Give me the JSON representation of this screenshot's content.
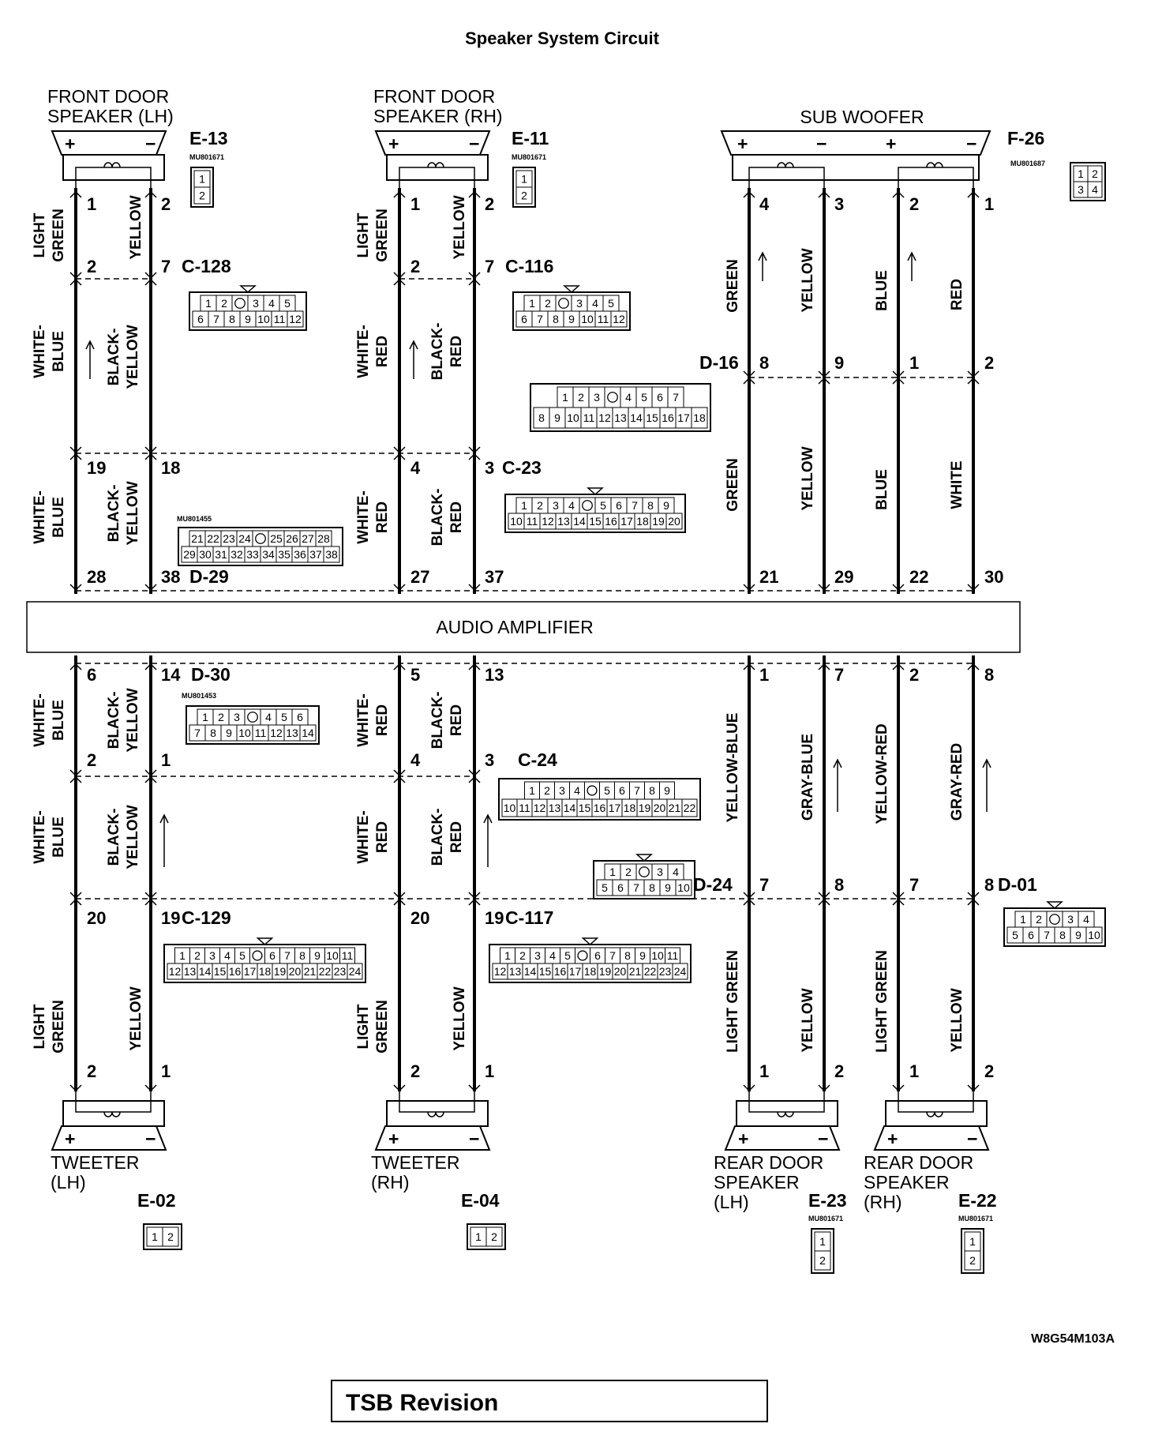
{
  "title": "Speaker System Circuit",
  "amplifier_label": "AUDIO AMPLIFIER",
  "figure_code": "W8G54M103A",
  "tsb_label": "TSB Revision",
  "speakers": {
    "front_lh": [
      "FRONT DOOR",
      "SPEAKER (LH)"
    ],
    "front_rh": [
      "FRONT DOOR",
      "SPEAKER (RH)"
    ],
    "sub_woofer": [
      "SUB WOOFER"
    ],
    "tweeter_lh": [
      "TWEETER",
      "(LH)"
    ],
    "tweeter_rh": [
      "TWEETER",
      "(RH)"
    ],
    "rear_lh": [
      "REAR DOOR",
      "SPEAKER",
      "(LH)"
    ],
    "rear_rh": [
      "REAR DOOR",
      "SPEAKER",
      "(RH)"
    ]
  },
  "polarity": {
    "plus": "+",
    "minus": "−"
  },
  "connectors": {
    "e13": "E-13",
    "e11": "E-11",
    "f26": "F-26",
    "c128": "C-128",
    "c116": "C-116",
    "d16": "D-16",
    "c23": "C-23",
    "d29": "D-29",
    "d30": "D-30",
    "c24": "C-24",
    "d24": "D-24",
    "d01": "D-01",
    "c129": "C-129",
    "c117": "C-117",
    "e02": "E-02",
    "e04": "E-04",
    "e23": "E-23",
    "e22": "E-22"
  },
  "part_numbers": {
    "e13": "MU801671",
    "e11": "MU801671",
    "f26": "MU801687",
    "d29": "MU801455",
    "d30": "MU801453",
    "e23": "MU801671",
    "e22": "MU801671"
  },
  "wire_colors": {
    "light_green": [
      "LIGHT",
      "GREEN"
    ],
    "light_green_single": "LIGHT GREEN",
    "yellow": "YELLOW",
    "white_blue": [
      "WHITE-",
      "BLUE"
    ],
    "black_yellow": [
      "BLACK-",
      "YELLOW"
    ],
    "white_red": [
      "WHITE-",
      "RED"
    ],
    "black_red": [
      "BLACK-",
      "RED"
    ],
    "green": "GREEN",
    "blue": "BLUE",
    "red": "RED",
    "white": "WHITE",
    "yellow_blue": "YELLOW-BLUE",
    "gray_blue": "GRAY-BLUE",
    "yellow_red": "YELLOW-RED",
    "gray_red": "GRAY-RED"
  },
  "pins": {
    "e13": [
      "1",
      "2"
    ],
    "c128": [
      "2",
      "7"
    ],
    "d29": [
      "19",
      "18"
    ],
    "d29_amp": [
      "28",
      "38"
    ],
    "e11": [
      "1",
      "2"
    ],
    "c116": [
      "2",
      "7"
    ],
    "c23": [
      "4",
      "3"
    ],
    "c23_amp": [
      "27",
      "37"
    ],
    "f26": [
      "4",
      "3",
      "2",
      "1"
    ],
    "d16": [
      "8",
      "9",
      "1",
      "2"
    ],
    "sub_amp": [
      "21",
      "29",
      "22",
      "30"
    ],
    "d30": [
      "6",
      "14"
    ],
    "c129_up": [
      "2",
      "1"
    ],
    "c129": [
      "20",
      "19"
    ],
    "e02": [
      "2",
      "1"
    ],
    "rh_amp": [
      "5",
      "13"
    ],
    "c24": [
      "4",
      "3"
    ],
    "c117": [
      "20",
      "19"
    ],
    "e04": [
      "2",
      "1"
    ],
    "rear_amp": [
      "1",
      "7",
      "2",
      "8"
    ],
    "d24": [
      "7",
      "8"
    ],
    "d01": [
      "7",
      "8"
    ],
    "e23": [
      "1",
      "2"
    ],
    "e22": [
      "1",
      "2"
    ]
  },
  "faces": {
    "e13": [
      [
        "1"
      ],
      [
        "2"
      ]
    ],
    "e11": [
      [
        "1"
      ],
      [
        "2"
      ]
    ],
    "f26": [
      [
        "1",
        "2"
      ],
      [
        "3",
        "4"
      ]
    ],
    "c128": [
      [
        "1",
        "2",
        "",
        "3",
        "4",
        "5"
      ],
      [
        "6",
        "7",
        "8",
        "9",
        "10",
        "11",
        "12"
      ]
    ],
    "c116": [
      [
        "1",
        "2",
        "",
        "3",
        "4",
        "5"
      ],
      [
        "6",
        "7",
        "8",
        "9",
        "10",
        "11",
        "12"
      ]
    ],
    "d16": [
      [
        "1",
        "2",
        "3",
        "",
        "4",
        "5",
        "6",
        "7"
      ],
      [
        "8",
        "9",
        "10",
        "11",
        "12",
        "13",
        "14",
        "15",
        "16",
        "17",
        "18"
      ]
    ],
    "c23": [
      [
        "1",
        "2",
        "3",
        "4",
        "",
        "5",
        "6",
        "7",
        "8",
        "9"
      ],
      [
        "10",
        "11",
        "12",
        "13",
        "14",
        "15",
        "16",
        "17",
        "18",
        "19",
        "20"
      ]
    ],
    "d29": [
      [
        "21",
        "22",
        "23",
        "24",
        "",
        "25",
        "26",
        "27",
        "28"
      ],
      [
        "29",
        "30",
        "31",
        "32",
        "33",
        "34",
        "35",
        "36",
        "37",
        "38"
      ]
    ],
    "d30": [
      [
        "1",
        "2",
        "3",
        "",
        "4",
        "5",
        "6"
      ],
      [
        "7",
        "8",
        "9",
        "10",
        "11",
        "12",
        "13",
        "14"
      ]
    ],
    "c24": [
      [
        "1",
        "2",
        "3",
        "4",
        "",
        "5",
        "6",
        "7",
        "8",
        "9"
      ],
      [
        "10",
        "11",
        "12",
        "13",
        "14",
        "15",
        "16",
        "17",
        "18",
        "19",
        "20",
        "21",
        "22"
      ]
    ],
    "d24": [
      [
        "1",
        "2",
        "",
        "3",
        "4"
      ],
      [
        "5",
        "6",
        "7",
        "8",
        "9",
        "10"
      ]
    ],
    "d01": [
      [
        "1",
        "2",
        "",
        "3",
        "4"
      ],
      [
        "5",
        "6",
        "7",
        "8",
        "9",
        "10"
      ]
    ],
    "c129": [
      [
        "1",
        "2",
        "3",
        "4",
        "5",
        "",
        "6",
        "7",
        "8",
        "9",
        "10",
        "11"
      ],
      [
        "12",
        "13",
        "14",
        "15",
        "16",
        "17",
        "18",
        "19",
        "20",
        "21",
        "22",
        "23",
        "24"
      ]
    ],
    "c117": [
      [
        "1",
        "2",
        "3",
        "4",
        "5",
        "",
        "6",
        "7",
        "8",
        "9",
        "10",
        "11"
      ],
      [
        "12",
        "13",
        "14",
        "15",
        "16",
        "17",
        "18",
        "19",
        "20",
        "21",
        "22",
        "23",
        "24"
      ]
    ],
    "e02": [
      [
        "1",
        "2"
      ]
    ],
    "e04": [
      [
        "1",
        "2"
      ]
    ],
    "e23": [
      [
        "1"
      ],
      [
        "2"
      ]
    ],
    "e22": [
      [
        "1"
      ],
      [
        "2"
      ]
    ]
  }
}
